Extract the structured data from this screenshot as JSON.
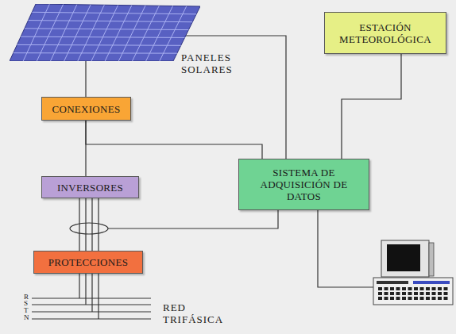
{
  "diagram": {
    "nodes": [
      {
        "text": [
          "PANELES SOLARES"
        ]
      },
      {
        "text": [
          "CONEXIONES"
        ]
      },
      {
        "text": [
          "INVERSORES"
        ]
      },
      {
        "text": [
          "PROTECCIONES"
        ]
      },
      {
        "text": [
          "SISTEMA DE ADQUISICIÓN DE DATOS"
        ]
      },
      {
        "text": [
          "ESTACIÓN METEOROLÓGICA"
        ]
      }
    ],
    "edges": [
      {
        "from": 0,
        "to": 1,
        "arrow": "none"
      },
      {
        "from": 0,
        "to": 4,
        "arrow": "none"
      },
      {
        "from": 1,
        "to": 2,
        "arrow": "none"
      },
      {
        "from": 1,
        "to": 4,
        "arrow": "none"
      },
      {
        "from": 5,
        "to": 4,
        "arrow": "none"
      },
      {
        "from": 2,
        "to": 3,
        "arrow": "none"
      }
    ],
    "labels": [
      "R",
      "S",
      "T",
      "N",
      "RED TRIFÁSICA"
    ]
  }
}
